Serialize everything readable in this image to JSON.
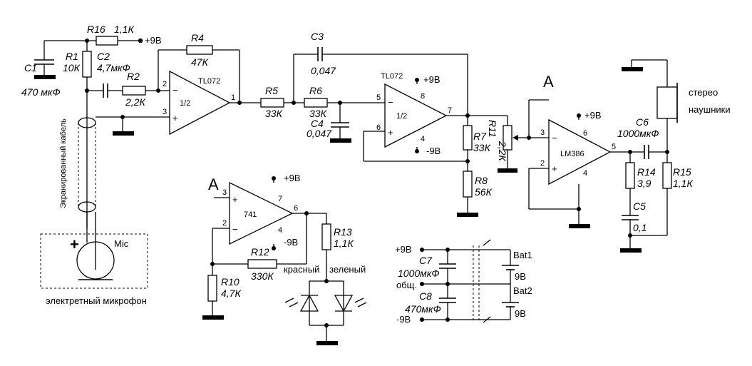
{
  "supply": {
    "pos": "+9В",
    "neg": "-9В",
    "common": "общ."
  },
  "node_a": "A",
  "cable_label": "Экранированный кабель",
  "mic": {
    "label": "Mic",
    "plus": "+",
    "caption": "электретный микрофон"
  },
  "headphones": {
    "line1": "стерео",
    "line2": "наушники"
  },
  "opamps": {
    "u1": {
      "part": "TL072",
      "half": "1/2",
      "pin_inv": "2",
      "pin_noninv": "3",
      "pin_out": "1",
      "minus": "−",
      "plus": "+"
    },
    "u2": {
      "part": "TL072",
      "half": "1/2",
      "pin_inv": "5",
      "pin_noninv": "6",
      "pin_out": "7",
      "pin_vp": "8",
      "pin_vn": "4",
      "minus": "−",
      "plus": "+"
    },
    "u3": {
      "part": "LM386",
      "pin_3": "3",
      "pin_2": "2",
      "pin_out": "5",
      "pin_vp": "6",
      "pin_gnd": "4",
      "minus": "−",
      "plus": "+"
    },
    "u4": {
      "part": "741",
      "pin_3": "3",
      "pin_2": "2",
      "pin_out": "6",
      "pin_vp": "7",
      "pin_vn": "4",
      "minus": "−",
      "plus": "+"
    }
  },
  "components": {
    "R16": {
      "name": "R16",
      "value": "1,1К"
    },
    "R1": {
      "name": "R1",
      "value": "10К"
    },
    "C1": {
      "name": "C1",
      "value": "470 мкФ"
    },
    "C2": {
      "name": "C2",
      "value": "4,7мкФ"
    },
    "R2": {
      "name": "R2",
      "value": "2,2К"
    },
    "R4": {
      "name": "R4",
      "value": "47К"
    },
    "C3": {
      "name": "C3",
      "value": "0,047"
    },
    "R5": {
      "name": "R5",
      "value": "33К"
    },
    "R6": {
      "name": "R6",
      "value": "33К"
    },
    "C4": {
      "name": "C4",
      "value": "0,047"
    },
    "R7": {
      "name": "R7",
      "value": "33К"
    },
    "R8": {
      "name": "R8",
      "value": "56К"
    },
    "R11": {
      "name": "R11",
      "value": "2,2К"
    },
    "C6": {
      "name": "C6",
      "value": "1000мкФ"
    },
    "R14": {
      "name": "R14",
      "value": "3,9"
    },
    "R15": {
      "name": "R15",
      "value": "1,1К"
    },
    "C5": {
      "name": "C5",
      "value": "0,1"
    },
    "R13": {
      "name": "R13",
      "value": "1,1К"
    },
    "R12": {
      "name": "R12",
      "value": "330К"
    },
    "R10": {
      "name": "R10",
      "value": "4,7К"
    },
    "C7": {
      "name": "C7",
      "value": "1000мкФ"
    },
    "C8": {
      "name": "C8",
      "value": "470мкФ"
    },
    "Bat1": {
      "name": "Bat1",
      "value": "9В"
    },
    "Bat2": {
      "name": "Bat2",
      "value": "9В"
    }
  },
  "leds": {
    "red": "красный",
    "green": "зеленый"
  }
}
